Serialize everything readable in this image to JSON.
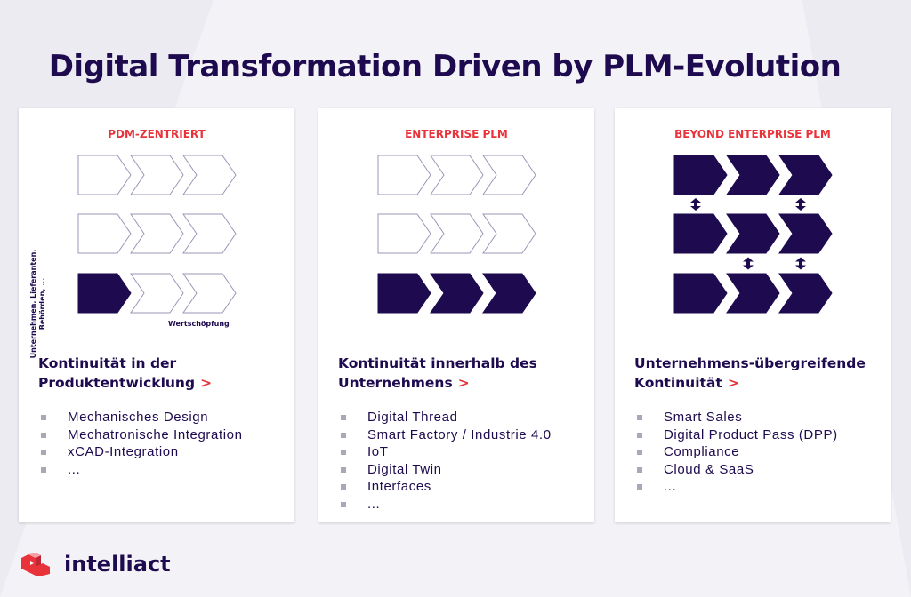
{
  "title": "Digital Transformation Driven by PLM-Evolution",
  "colors": {
    "navy": "#1e0a4e",
    "red": "#e8333a",
    "outline": "#9b95b8"
  },
  "cards": [
    {
      "heading": "PDM-ZENTRIERT",
      "y_axis_label": "Unternehmen, Lieferanten, Behörden, ...",
      "x_axis_label": "Wertschöpfung",
      "filled": [
        [
          0,
          0,
          0
        ],
        [
          0,
          0,
          0
        ],
        [
          1,
          0,
          0
        ]
      ],
      "links": [],
      "subtitle": "Kontinuität in der Produktentwicklung",
      "more": ">",
      "bullets": [
        "Mechanisches Design",
        "Mechatronische Integration",
        "xCAD-Integration",
        "..."
      ]
    },
    {
      "heading": "ENTERPRISE PLM",
      "filled": [
        [
          0,
          0,
          0
        ],
        [
          0,
          0,
          0
        ],
        [
          1,
          1,
          1
        ]
      ],
      "links": [],
      "subtitle": "Kontinuität innerhalb des Unternehmens",
      "more": ">",
      "bullets": [
        "Digital Thread",
        "Smart Factory / Industrie 4.0",
        "IoT",
        "Digital Twin",
        "Interfaces",
        "..."
      ]
    },
    {
      "heading": "BEYOND ENTERPRISE PLM",
      "filled": [
        [
          1,
          1,
          1
        ],
        [
          1,
          1,
          1
        ],
        [
          1,
          1,
          1
        ]
      ],
      "links": [
        {
          "between_rows": [
            0,
            1
          ],
          "column": 0
        },
        {
          "between_rows": [
            0,
            1
          ],
          "column": 2
        },
        {
          "between_rows": [
            1,
            2
          ],
          "column": 1
        },
        {
          "between_rows": [
            1,
            2
          ],
          "column": 2
        }
      ],
      "subtitle": "Unternehmens-übergreifende Kontinuität",
      "more": ">",
      "bullets": [
        "Smart Sales",
        "Digital Product Pass (DPP)",
        "Compliance",
        "Cloud & SaaS",
        "..."
      ]
    }
  ],
  "logo": {
    "text": "intelliact"
  }
}
